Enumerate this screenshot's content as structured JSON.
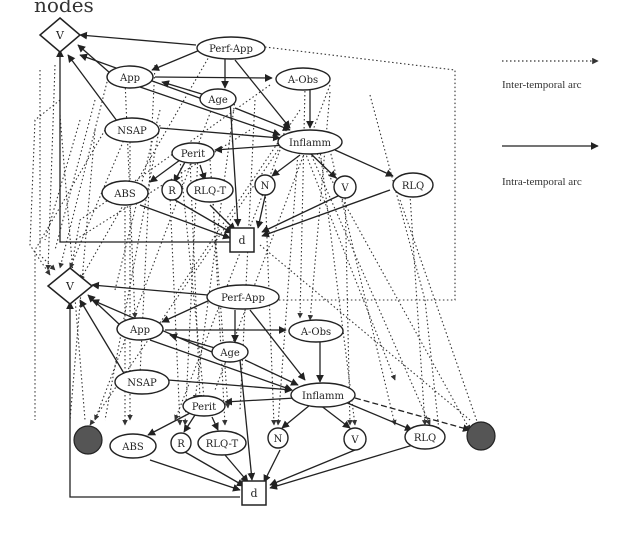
{
  "title_fragment": "nodes",
  "legend": {
    "inter_temporal": "Inter-temporal arc",
    "intra_temporal": "Intra-temporal arc"
  },
  "slices": [
    {
      "decision_label": "d",
      "value_label": "V",
      "nodes": [
        "Perf-App",
        "App",
        "A-Obs",
        "Age",
        "NSAP",
        "Inflamm",
        "Perit",
        "ABS",
        "R",
        "RLQ-T",
        "N",
        "V",
        "RLQ"
      ]
    },
    {
      "decision_label": "d",
      "value_label": "V",
      "nodes": [
        "Perf-App",
        "App",
        "A-Obs",
        "Age",
        "NSAP",
        "Inflamm",
        "Perit",
        "ABS",
        "R",
        "RLQ-T",
        "N",
        "V",
        "RLQ"
      ]
    }
  ],
  "colors": {
    "ink": "#222222",
    "shaded_node": "#555555"
  }
}
